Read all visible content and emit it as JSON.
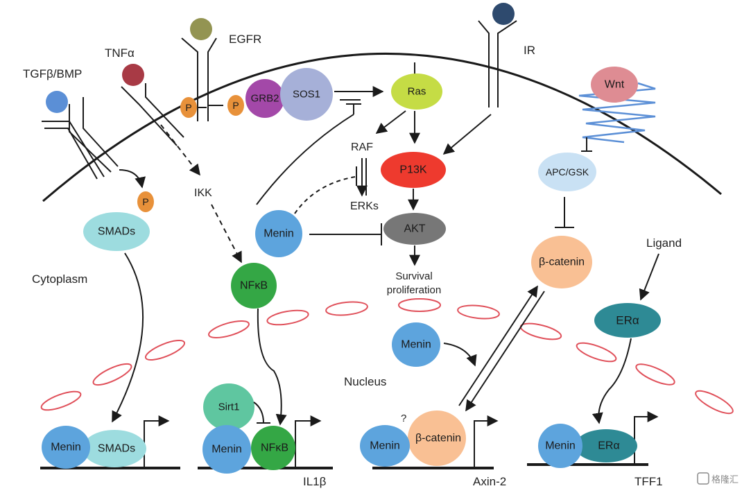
{
  "receptors": {
    "tgfb": "TGFβ/BMP",
    "tnfa": "TNFα",
    "egfr": "EGFR",
    "ir": "IR"
  },
  "nodes": {
    "p1": "P",
    "p2": "P",
    "p3": "P",
    "grb2": "GRB2",
    "sos1": "SOS1",
    "ras": "Ras",
    "raf": "RAF",
    "pi3k": "P13K",
    "erks": "ERKs",
    "akt": "AKT",
    "menin_cyto": "Menin",
    "smads_cyto": "SMADs",
    "ikk": "IKK",
    "nfkb_cyto": "NFκB",
    "wnt": "Wnt",
    "apc_gsk": "APC/GSK",
    "bcatenin_cyto": "β-catenin",
    "ligand": "Ligand",
    "era_cyto": "ERα",
    "menin_nuc": "Menin",
    "survival_line1": "Survival",
    "survival_line2": "proliferation"
  },
  "regions": {
    "cytoplasm": "Cytoplasm",
    "nucleus": "Nucleus"
  },
  "promoters": [
    {
      "menin": "Menin",
      "partner": "SMADs",
      "gene": ""
    },
    {
      "menin": "Menin",
      "partner": "NFκB",
      "gene": "IL1β",
      "sirt1": "Sirt1"
    },
    {
      "menin": "Menin",
      "partner": "β-catenin",
      "gene": "Axin-2",
      "question": "?"
    },
    {
      "menin": "Menin",
      "partner": "ERα",
      "gene": "TFF1"
    }
  ],
  "watermark": "格隆汇",
  "colors": {
    "tgfb_ligand": "#5b8fd6",
    "tnfa_ligand": "#a83a45",
    "egfr_ligand": "#939452",
    "ir_ligand": "#2e4a6e",
    "phospho": "#e8913a",
    "grb2": "#a348a8",
    "sos1": "#a6b0d8",
    "ras": "#c5dc45",
    "pi3k": "#ee3a2e",
    "akt": "#777777",
    "menin": "#5da4dd",
    "smads": "#9ddcdf",
    "nfkb": "#34a745",
    "wnt": "#de8c93",
    "frizzled": "#5b8fd6",
    "apc_gsk": "#c9e1f4",
    "bcatenin": "#f9c094",
    "era": "#2e8a95",
    "sirt1": "#5fc6a0",
    "nuclear_pore": "#e0505a"
  }
}
